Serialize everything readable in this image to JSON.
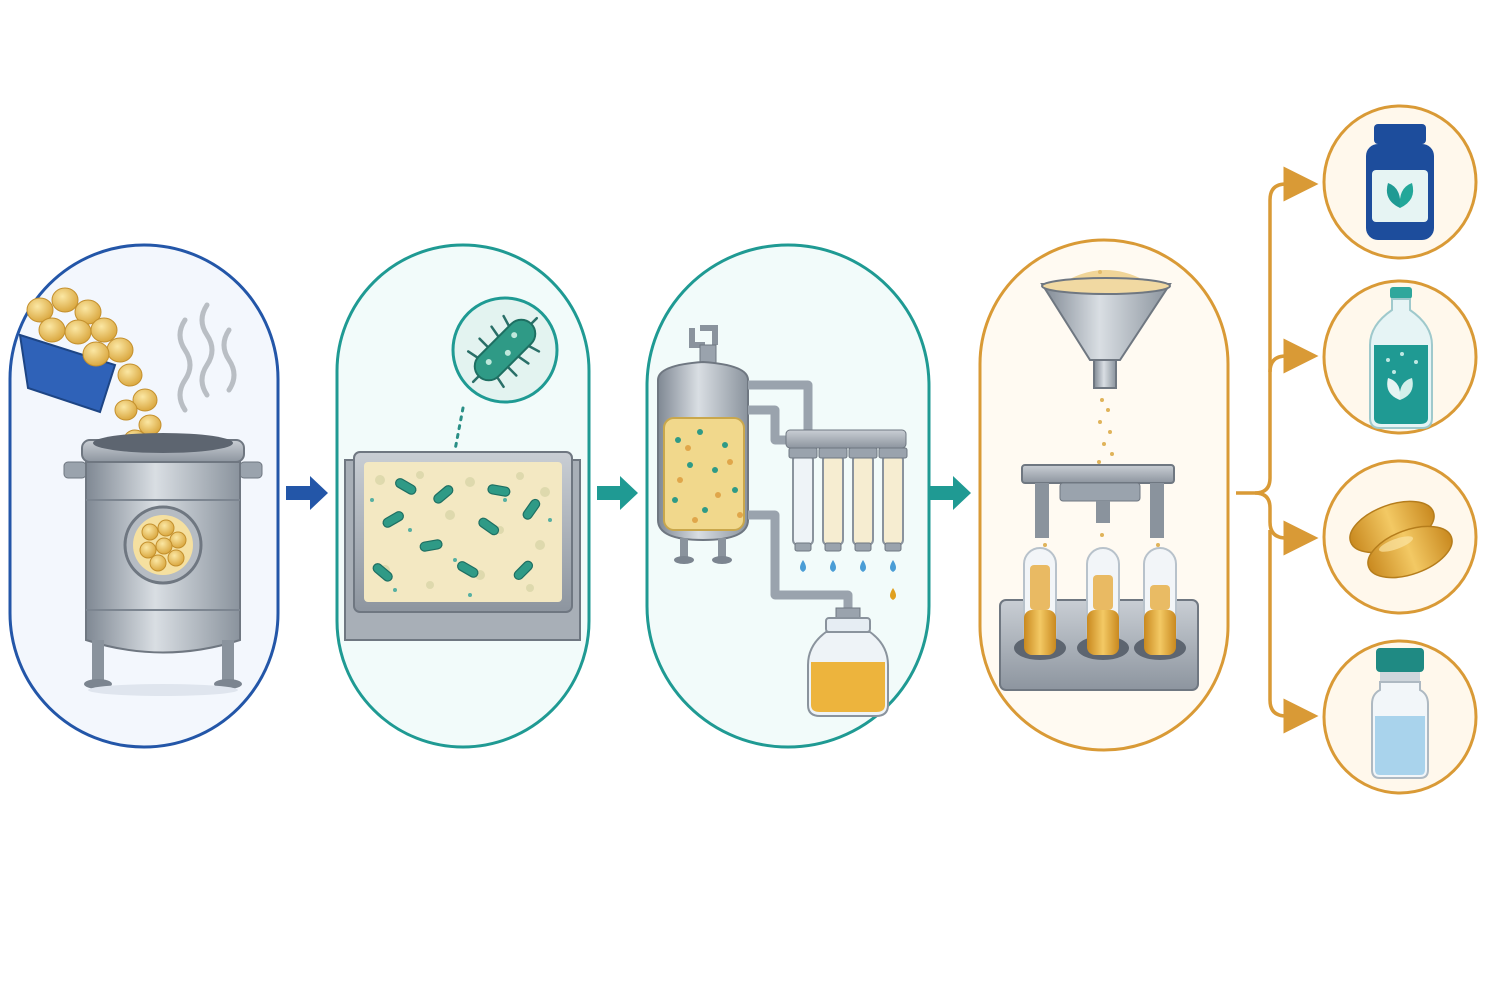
{
  "stages": [
    {
      "id": "steaming",
      "accent": "#2356a8",
      "fill": "#f3f7fd"
    },
    {
      "id": "fermentation",
      "accent": "#1f9a93",
      "fill": "#f2fbfa"
    },
    {
      "id": "extraction",
      "accent": "#1f9a93",
      "fill": "#f2fbfa"
    },
    {
      "id": "drying-filling",
      "accent": "#d99a36",
      "fill": "#fffaf2"
    }
  ],
  "products": [
    {
      "id": "supplement-jar",
      "icon": "jar-with-leaf-icon"
    },
    {
      "id": "beverage-bottle",
      "icon": "bottle-with-leaf-icon"
    },
    {
      "id": "softgel-capsules",
      "icon": "softgel-icon"
    },
    {
      "id": "vial",
      "icon": "vial-icon"
    }
  ],
  "colors": {
    "blue": "#2356a8",
    "teal": "#1f9a93",
    "orange": "#d99a36",
    "steel": "#9aa3ad",
    "bean": "#efc55a",
    "microbe": "#2f9a86"
  }
}
